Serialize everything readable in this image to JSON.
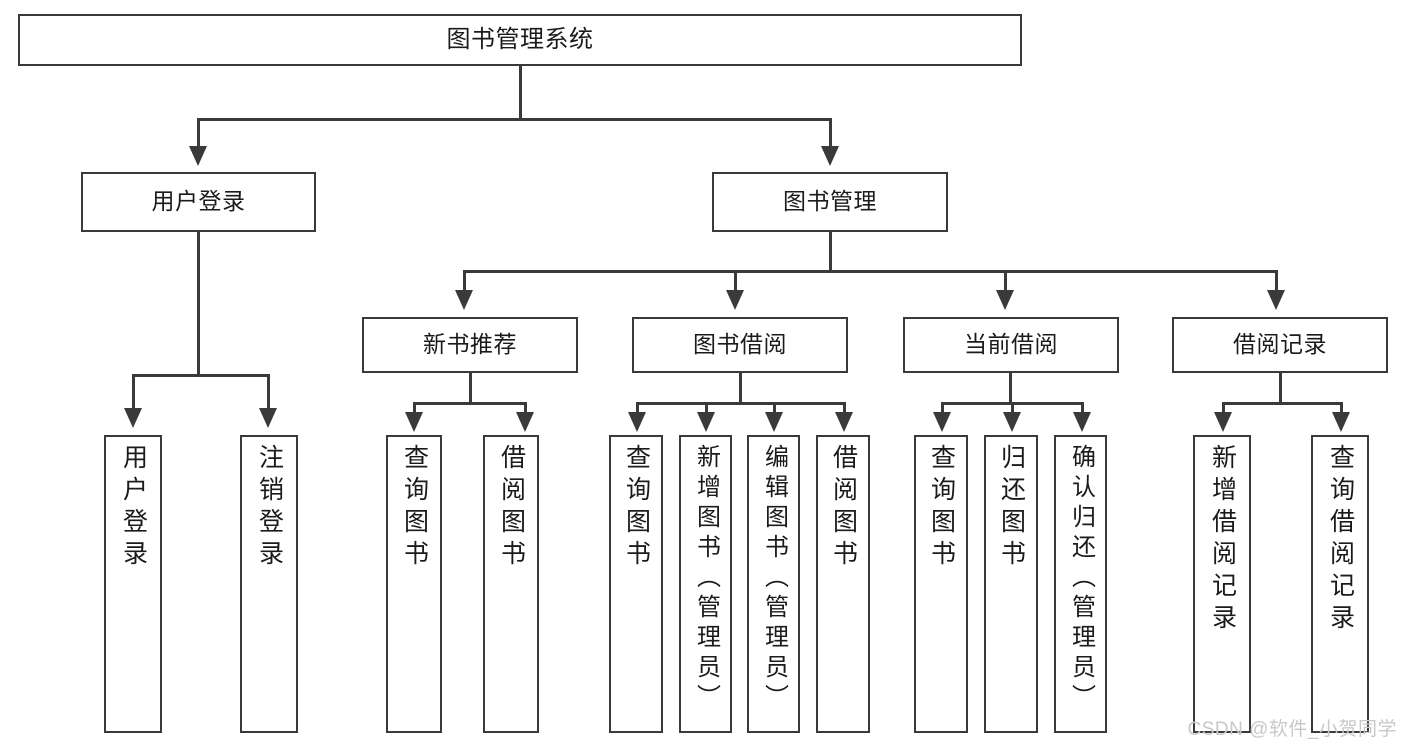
{
  "diagram": {
    "type": "tree-hierarchy-functional-decomposition",
    "title": "图书管理系统",
    "watermark": "CSDN @软件_小贺同学",
    "colors": {
      "background": "#ffffff",
      "stroke": "#3a3a3a",
      "text": "#1b1b1b",
      "watermark": "#c8c8c8"
    },
    "levels": {
      "root": {
        "label": "图书管理系统"
      },
      "level1": [
        {
          "id": "user-login",
          "label": "用户登录"
        },
        {
          "id": "book-management",
          "label": "图书管理"
        }
      ],
      "level2": [
        {
          "id": "new-book-recommend",
          "label": "新书推荐",
          "parent": "book-management"
        },
        {
          "id": "book-borrow",
          "label": "图书借阅",
          "parent": "book-management"
        },
        {
          "id": "current-borrow",
          "label": "当前借阅",
          "parent": "book-management"
        },
        {
          "id": "borrow-record",
          "label": "借阅记录",
          "parent": "book-management"
        }
      ],
      "leaves": {
        "user-login": [
          {
            "id": "leaf-user-login",
            "label": "用户登录"
          },
          {
            "id": "leaf-logout",
            "label": "注销登录"
          }
        ],
        "new-book-recommend": [
          {
            "id": "leaf-query-book-1",
            "label": "查询图书"
          },
          {
            "id": "leaf-borrow-book-1",
            "label": "借阅图书"
          }
        ],
        "book-borrow": [
          {
            "id": "leaf-query-book-2",
            "label": "查询图书"
          },
          {
            "id": "leaf-add-book",
            "label": "新增图书（管理员）"
          },
          {
            "id": "leaf-edit-book",
            "label": "编辑图书（管理员）"
          },
          {
            "id": "leaf-borrow-book-2",
            "label": "借阅图书"
          }
        ],
        "current-borrow": [
          {
            "id": "leaf-query-book-3",
            "label": "查询图书"
          },
          {
            "id": "leaf-return-book",
            "label": "归还图书"
          },
          {
            "id": "leaf-confirm-return",
            "label": "确认归还（管理员）"
          }
        ],
        "borrow-record": [
          {
            "id": "leaf-add-record",
            "label": "新增借阅记录"
          },
          {
            "id": "leaf-query-record",
            "label": "查询借阅记录"
          }
        ]
      }
    }
  }
}
